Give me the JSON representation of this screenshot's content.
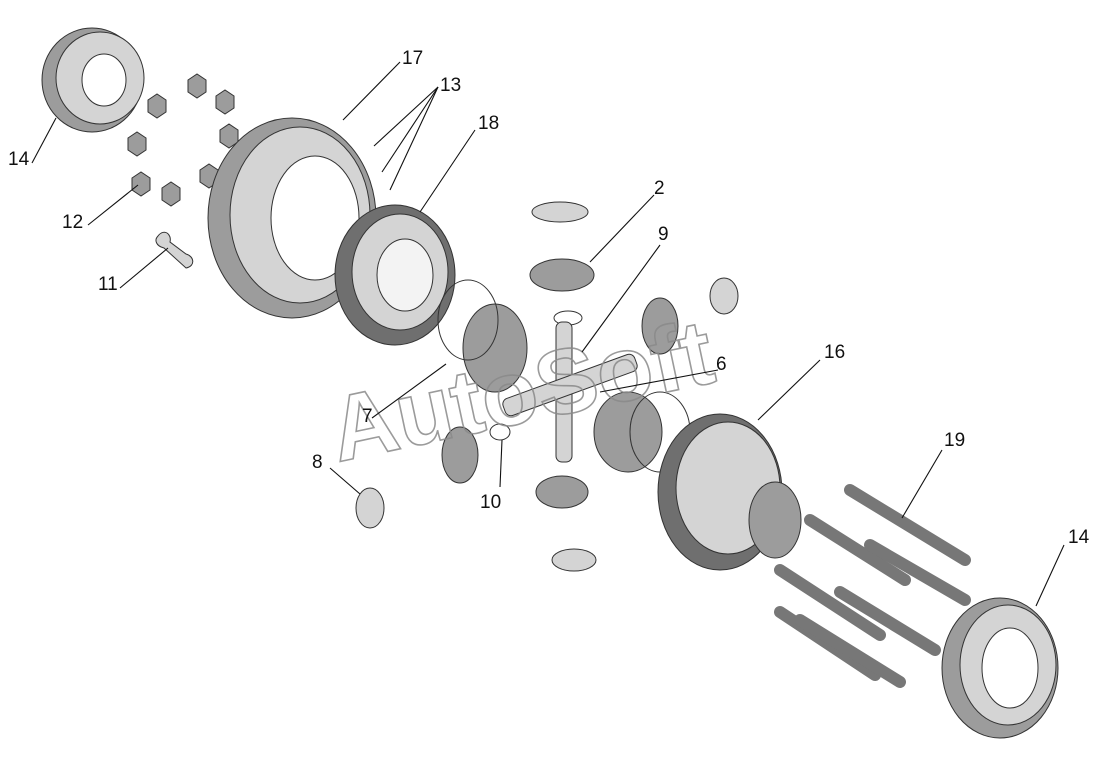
{
  "watermark": "AutoSoft",
  "callouts": {
    "c14a": "14",
    "c17": "17",
    "c13": "13",
    "c18": "18",
    "c12": "12",
    "c11": "11",
    "c2": "2",
    "c9": "9",
    "c6": "6",
    "c16": "16",
    "c7": "7",
    "c8": "8",
    "c10": "10",
    "c19": "19",
    "c14b": "14"
  },
  "colors": {
    "metal_dark": "#6f6f6f",
    "metal_mid": "#9c9c9c",
    "metal_light": "#d4d4d4",
    "line": "#111111"
  }
}
